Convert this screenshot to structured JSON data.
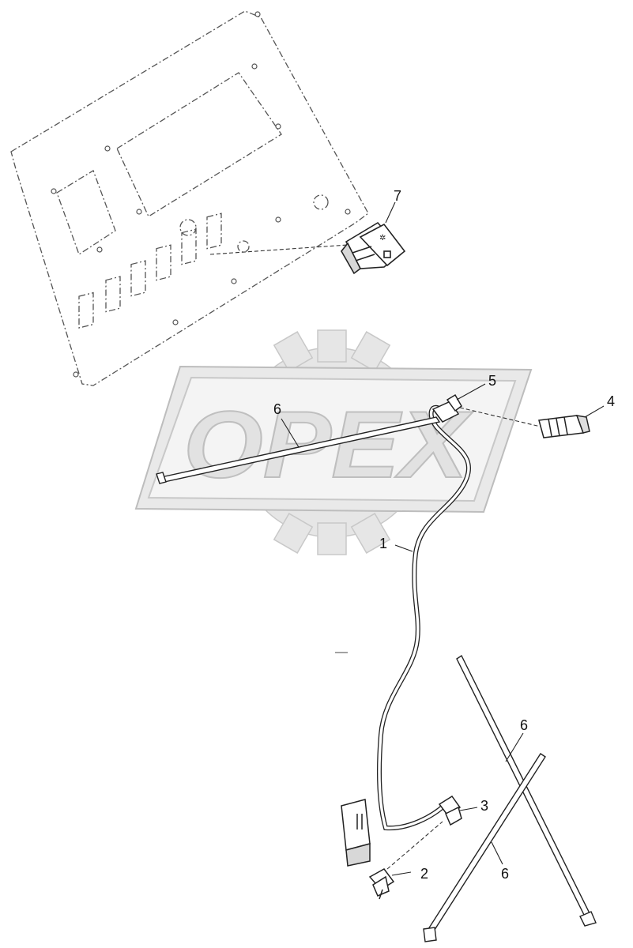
{
  "watermark": {
    "text": "OPEX"
  },
  "callouts": {
    "c1": "1",
    "c2": "2",
    "c3": "3",
    "c4": "4",
    "c5": "5",
    "c6a": "6",
    "c6b": "6",
    "c6c": "6",
    "c7": "7"
  },
  "colors": {
    "line": "#2a2a2a",
    "watermark_fill": "#e3e3e3",
    "watermark_stroke": "#c4c4c4",
    "background": "#ffffff"
  }
}
